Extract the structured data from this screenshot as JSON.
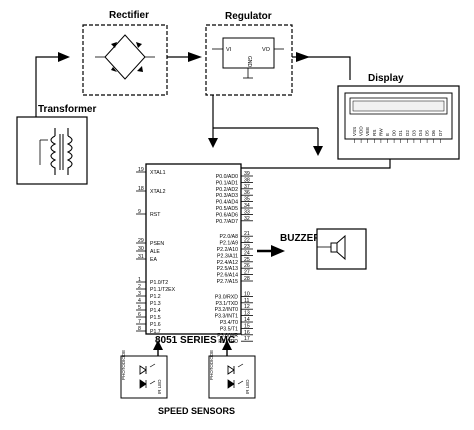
{
  "blocks": {
    "rectifier": "Rectifier",
    "regulator": "Regulator",
    "transformer": "Transformer",
    "display": "Display",
    "buzzer": "BUZZER",
    "mcu": "8051 SERIES MC",
    "sensors": "SPEED SENSORS"
  },
  "regulator_pins": {
    "vi": "VI",
    "vo": "VO",
    "gnd": "GND"
  },
  "lcd_pins": [
    "VSS",
    "VDD",
    "VEE",
    "RS",
    "RW",
    "E",
    "D0",
    "D1",
    "D2",
    "D3",
    "D4",
    "D5",
    "D6",
    "D7"
  ],
  "mcu_left_pins": [
    {
      "num": "19",
      "label": "XTAL1"
    },
    {
      "num": "18",
      "label": "XTAL2"
    },
    {
      "num": "9",
      "label": "RST"
    },
    {
      "num": "29",
      "label": "PSEN"
    },
    {
      "num": "30",
      "label": "ALE"
    },
    {
      "num": "31",
      "label": "EA"
    },
    {
      "num": "1",
      "label": "P1.0/T2"
    },
    {
      "num": "2",
      "label": "P1.1/T2EX"
    },
    {
      "num": "3",
      "label": "P1.2"
    },
    {
      "num": "4",
      "label": "P1.3"
    },
    {
      "num": "5",
      "label": "P1.4"
    },
    {
      "num": "6",
      "label": "P1.5"
    },
    {
      "num": "7",
      "label": "P1.6"
    },
    {
      "num": "8",
      "label": "P1.7"
    }
  ],
  "mcu_right_pins": [
    {
      "num": "39",
      "label": "P0.0/AD0"
    },
    {
      "num": "38",
      "label": "P0.1/AD1"
    },
    {
      "num": "37",
      "label": "P0.2/AD2"
    },
    {
      "num": "36",
      "label": "P0.3/AD3"
    },
    {
      "num": "35",
      "label": "P0.4/AD4"
    },
    {
      "num": "34",
      "label": "P0.5/AD5"
    },
    {
      "num": "33",
      "label": "P0.6/AD6"
    },
    {
      "num": "32",
      "label": "P0.7/AD7"
    },
    {
      "num": "21",
      "label": "P2.0/A8"
    },
    {
      "num": "22",
      "label": "P2.1/A9"
    },
    {
      "num": "23",
      "label": "P2.2/A10"
    },
    {
      "num": "24",
      "label": "P2.3/A11"
    },
    {
      "num": "25",
      "label": "P2.4/A12"
    },
    {
      "num": "26",
      "label": "P2.5/A13"
    },
    {
      "num": "27",
      "label": "P2.6/A14"
    },
    {
      "num": "28",
      "label": "P2.7/A15"
    },
    {
      "num": "10",
      "label": "P3.0/RXD"
    },
    {
      "num": "11",
      "label": "P3.1/TXD"
    },
    {
      "num": "12",
      "label": "P3.2/INT0"
    },
    {
      "num": "13",
      "label": "P3.3/INT1"
    },
    {
      "num": "14",
      "label": "P3.4/T0"
    },
    {
      "num": "15",
      "label": "P3.5/T1"
    },
    {
      "num": "16",
      "label": "P3.6/WR"
    },
    {
      "num": "17",
      "label": "P3.7/RD"
    }
  ],
  "sensor_labels": {
    "photodiode": "PHOTODIODE",
    "ir_led": "IR LED"
  }
}
